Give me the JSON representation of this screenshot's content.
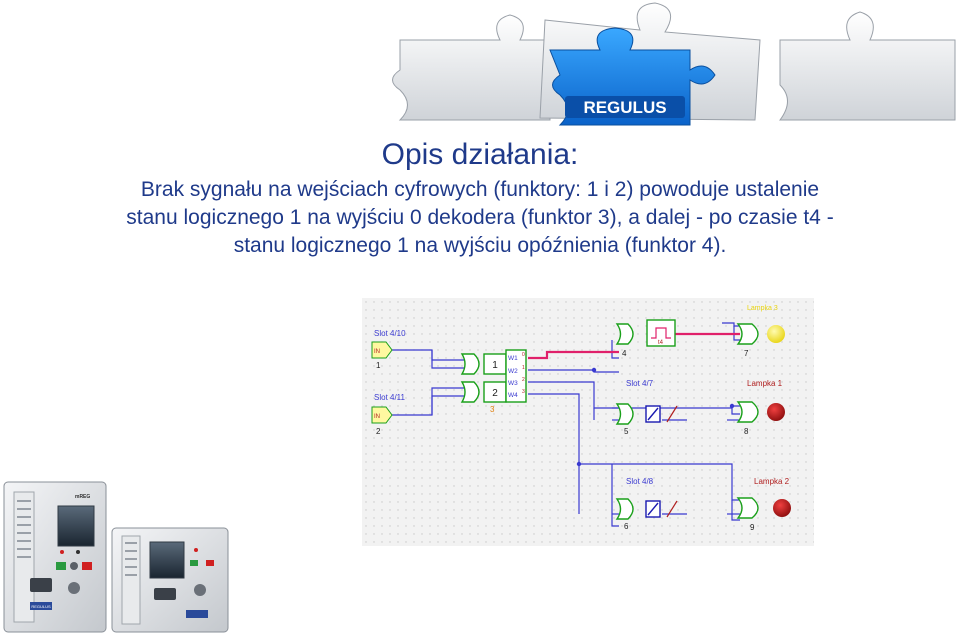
{
  "brand": {
    "logo_text": "REGULUS"
  },
  "title": "Opis działania:",
  "description_lines": [
    "Brak sygnału na wejściach cyfrowych (funktory: 1 i 2) powoduje ustalenie",
    "stanu logicznego 1 na wyjściu 0 dekodera (funktor 3), a dalej - po czasie t4 -",
    "stanu logicznego 1 na wyjściu opóźnienia (funktor 4)."
  ],
  "diagram": {
    "inputs": [
      {
        "slot": "Slot 4/10",
        "tag": "IN",
        "num": "1"
      },
      {
        "slot": "Slot 4/11",
        "tag": "IN",
        "num": "2"
      }
    ],
    "gate_labels": [
      "1",
      "2"
    ],
    "decoder": {
      "outputs": [
        "W1",
        "W2",
        "W3",
        "W4"
      ],
      "ports": [
        "0",
        "1",
        "2",
        "3"
      ],
      "num": "3"
    },
    "delay": {
      "label": "t4",
      "num": "4"
    },
    "slot_4_7": {
      "slot": "Slot 4/7",
      "num": "5"
    },
    "slot_4_8": {
      "slot": "Slot 4/8",
      "num": "6"
    },
    "top_or": {
      "num": "7",
      "lamp_label": "Lampka 3"
    },
    "mid_or": {
      "num": "8",
      "lamp_label": "Lampka 1"
    },
    "bot_or": {
      "num": "9",
      "lamp_label": "Lampka 2"
    },
    "colors": {
      "wire": "#3a3ad0",
      "active_wire": "#e0206a",
      "gate": "#1aa01a",
      "lamp_on": "#f0e020",
      "lamp_off": "#b01818",
      "label": "#b02020",
      "bg": "#f2f2f2"
    }
  },
  "devices": {
    "brand_label": "mREG",
    "logo_text": "REGULUS"
  }
}
